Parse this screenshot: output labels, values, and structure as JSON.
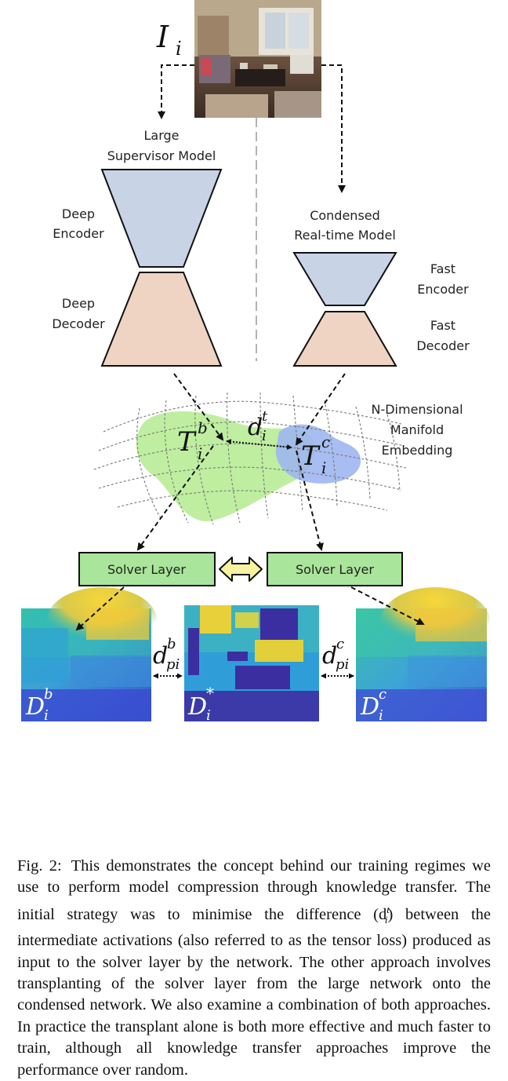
{
  "input": {
    "symbol": "I",
    "sub": "i"
  },
  "supervisor": {
    "title_line1": "Large",
    "title_line2": "Supervisor Model",
    "encoder_line1": "Deep",
    "encoder_line2": "Encoder",
    "decoder_line1": "Deep",
    "decoder_line2": "Decoder"
  },
  "condensed": {
    "title_line1": "Condensed",
    "title_line2": "Real-time Model",
    "encoder_line1": "Fast",
    "encoder_line2": "Encoder",
    "decoder_line1": "Fast",
    "decoder_line2": "Decoder"
  },
  "manifold": {
    "label_line1": "N-Dimensional",
    "label_line2": "Manifold",
    "label_line3": "Embedding",
    "tb_symbol": "T",
    "tb_sub": "i",
    "tb_sup": "b",
    "tc_symbol": "T",
    "tc_sub": "i",
    "tc_sup": "c",
    "dt_symbol": "d",
    "dt_sub": "i",
    "dt_sup": "t"
  },
  "solver": {
    "left_label": "Solver Layer",
    "right_label": "Solver Layer"
  },
  "depth": {
    "left_symbol": "D",
    "left_sub": "i",
    "left_sup": "b",
    "mid_symbol": "D",
    "mid_sub": "i",
    "mid_sup": "*",
    "right_symbol": "D",
    "right_sub": "i",
    "right_sup": "c",
    "dpb_symbol": "d",
    "dpb_sub": "pi",
    "dpb_sup": "b",
    "dpc_symbol": "d",
    "dpc_sub": "pi",
    "dpc_sup": "c"
  },
  "caption": {
    "label": "Fig. 2:",
    "text": "This demonstrates the concept behind our training regimes we use to perform model compression through knowledge transfer. The initial strategy was to minimise the difference (d",
    "text_sub": "i",
    "text_sup": "t",
    "text2": ") between the intermediate activations (also referred to as the tensor loss) produced as input to the solver layer by the network. The other approach involves transplanting of the solver layer from the large network onto the condensed network. We also examine a combination of both approaches. In practice the transplant alone is both more effective and much faster to train, although all knowledge transfer approaches improve the performance over random."
  },
  "colors": {
    "encoder": "#c9d3e6",
    "decoder": "#efd3c3",
    "solver": "#a9e59a",
    "blob_green": "#bfeea0",
    "blob_blue": "#9fb6ef",
    "swap_arrow": "#f7f2a0"
  }
}
